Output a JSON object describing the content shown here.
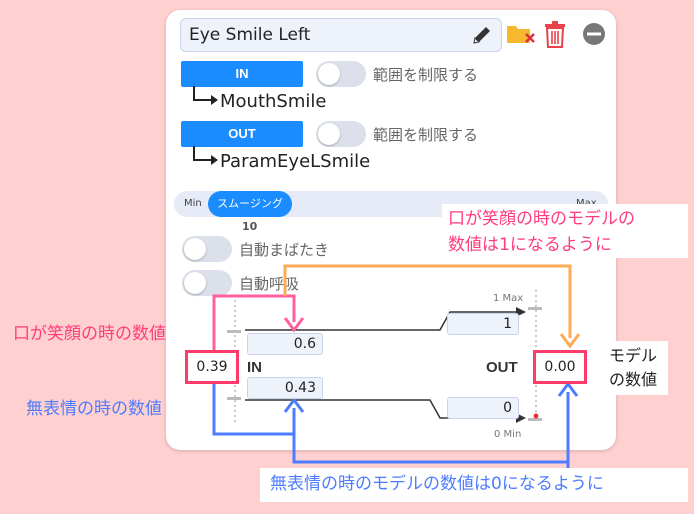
{
  "header": {
    "name_value": "Eye Smile Left"
  },
  "input": {
    "button_label": "IN",
    "limit_label": "範囲を制限する",
    "param_name": "MouthSmile"
  },
  "output": {
    "button_label": "OUT",
    "limit_label": "範囲を制限する",
    "param_name": "ParamEyeLSmile"
  },
  "smoothing": {
    "min_label": "Min",
    "max_label": "Max",
    "chip_label": "スムージング",
    "value": "10"
  },
  "toggles": {
    "auto_blink_label": "自動まばたき",
    "auto_breath_label": "自動呼吸"
  },
  "graph": {
    "in_label": "IN",
    "out_label": "OUT",
    "in_upper": "0.6",
    "in_lower": "0.43",
    "in_current": "0.39",
    "out_upper": "1",
    "out_lower": "0",
    "out_current": "0.00",
    "out_max_label": "1 Max",
    "out_min_label": "0 Min"
  },
  "annotations": {
    "mouth_smile_value": "口が笑顔の時の数値",
    "neutral_value": "無表情の時の数値",
    "model_value": "モデル\nの数値",
    "model_value_line1": "モデル",
    "model_value_line2": "の数値",
    "smile_to_one_line1": "口が笑顔の時のモデルの",
    "smile_to_one_line2": "数値は1になるように",
    "neutral_to_zero": "無表情の時のモデルの数値は0になるように"
  },
  "colors": {
    "accent_blue": "#1a8cff",
    "annotation_pink": "#ff3d7a",
    "annotation_orange": "#ffaa55",
    "annotation_blue": "#4d7cff",
    "background": "#ffd0d0"
  }
}
